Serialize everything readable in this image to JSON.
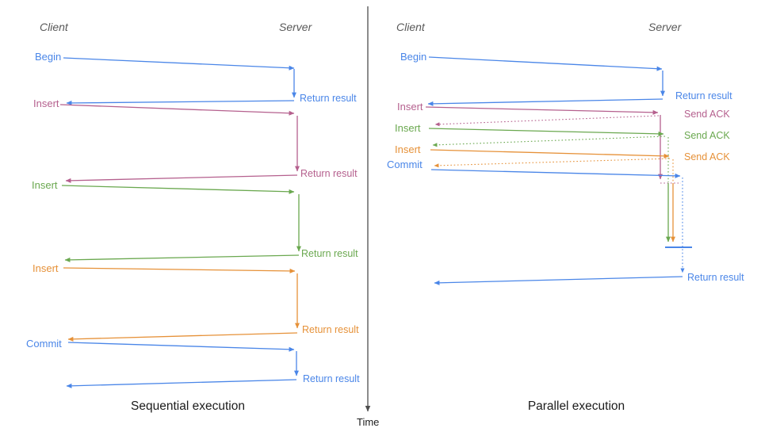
{
  "colors": {
    "blue": "#4a86e8",
    "pink": "#b5608e",
    "green": "#6aa84f",
    "orange": "#e69138",
    "axis": "#4d4d4d",
    "header_text": "#595959",
    "caption_text": "#1c1c1c"
  },
  "time_axis": {
    "label": "Time"
  },
  "panels": {
    "sequential": {
      "caption": "Sequential execution",
      "client_header": "Client",
      "server_header": "Server",
      "rows": [
        {
          "label": "Begin",
          "color": "blue",
          "response_label": "Return result"
        },
        {
          "label": "Insert",
          "color": "pink",
          "response_label": "Return result"
        },
        {
          "label": "Insert",
          "color": "green",
          "response_label": "Return result"
        },
        {
          "label": "Insert",
          "color": "orange",
          "response_label": "Return result"
        },
        {
          "label": "Commit",
          "color": "blue",
          "response_label": "Return result"
        }
      ]
    },
    "parallel": {
      "caption": "Parallel execution",
      "client_header": "Client",
      "server_header": "Server",
      "rows": [
        {
          "label": "Begin",
          "color": "blue",
          "response_label": "Return result"
        },
        {
          "label": "Insert",
          "color": "pink",
          "response_label": "Send ACK"
        },
        {
          "label": "Insert",
          "color": "green",
          "response_label": "Send ACK"
        },
        {
          "label": "Insert",
          "color": "orange",
          "response_label": "Send ACK"
        },
        {
          "label": "Commit",
          "color": "blue",
          "response_label": "Return result"
        }
      ]
    }
  }
}
